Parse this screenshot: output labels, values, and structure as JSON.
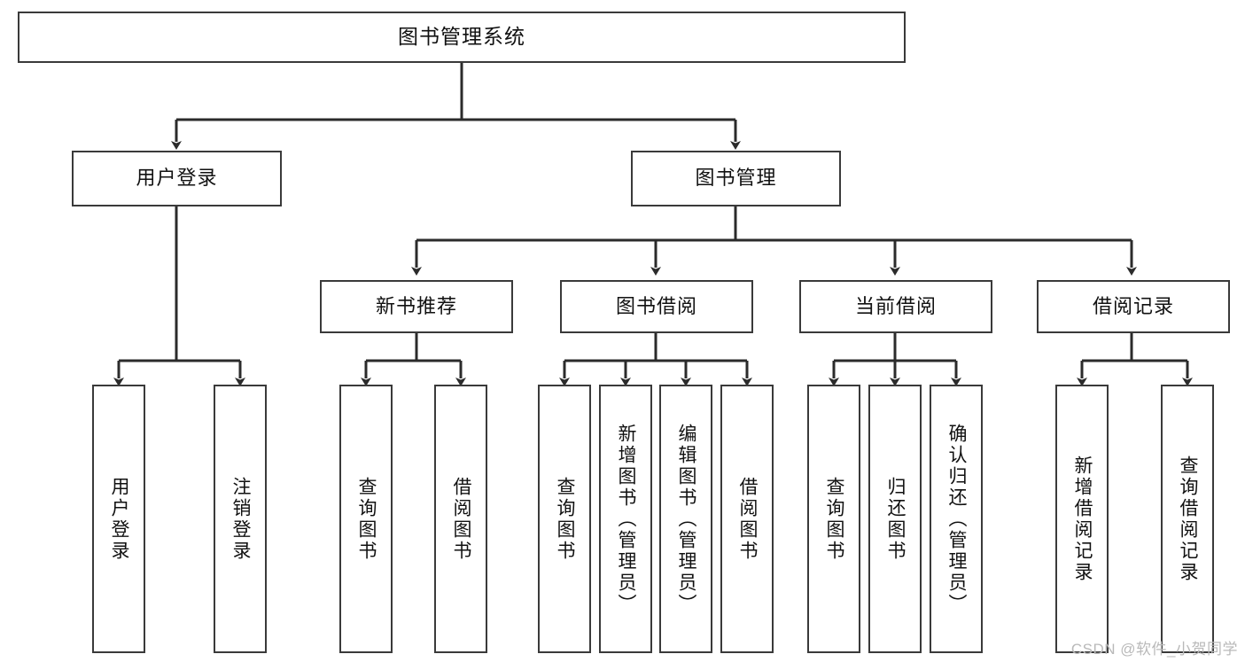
{
  "diagram": {
    "title": "图书管理系统",
    "watermark": "CSDN @软件_小贺同学",
    "colors": {
      "box_border": "#3a3a3a",
      "box_fill": "#ffffff",
      "connector": "#2b2b2b",
      "text": "#111111",
      "watermark": "#b9b9b9",
      "background": "#ffffff"
    },
    "type": "tree",
    "levels": 4,
    "root": {
      "label": "图书管理系统",
      "children": [
        {
          "label": "用户登录",
          "children": [
            {
              "label": "用户登录"
            },
            {
              "label": "注销登录"
            }
          ]
        },
        {
          "label": "图书管理",
          "children": [
            {
              "label": "新书推荐",
              "children": [
                {
                  "label": "查询图书"
                },
                {
                  "label": "借阅图书"
                }
              ]
            },
            {
              "label": "图书借阅",
              "children": [
                {
                  "label": "查询图书"
                },
                {
                  "label": "新增图书（管理员）"
                },
                {
                  "label": "编辑图书（管理员）"
                },
                {
                  "label": "借阅图书"
                }
              ]
            },
            {
              "label": "当前借阅",
              "children": [
                {
                  "label": "查询图书"
                },
                {
                  "label": "归还图书"
                },
                {
                  "label": "确认归还（管理员）"
                }
              ]
            },
            {
              "label": "借阅记录",
              "children": [
                {
                  "label": "新增借阅记录"
                },
                {
                  "label": "查询借阅记录"
                }
              ]
            }
          ]
        }
      ]
    },
    "nodes": {
      "root": "图书管理系统",
      "l1_user_login": "用户登录",
      "l1_book_mgmt": "图书管理",
      "l2_new_book_rec": "新书推荐",
      "l2_book_borrow": "图书借阅",
      "l2_current_borrow": "当前借阅",
      "l2_borrow_record": "借阅记录",
      "leaf_user_login": "用户登录",
      "leaf_logout": "注销登录",
      "leaf_rec_query": "查询图书",
      "leaf_rec_borrow": "借阅图书",
      "leaf_borrow_query": "查询图书",
      "leaf_borrow_add": "新增图书（管理员）",
      "leaf_borrow_edit": "编辑图书（管理员）",
      "leaf_borrow_do": "借阅图书",
      "leaf_cur_query": "查询图书",
      "leaf_cur_return": "归还图书",
      "leaf_cur_confirm": "确认归还（管理员）",
      "leaf_rec_add": "新增借阅记录",
      "leaf_rec_query2": "查询借阅记录"
    }
  }
}
